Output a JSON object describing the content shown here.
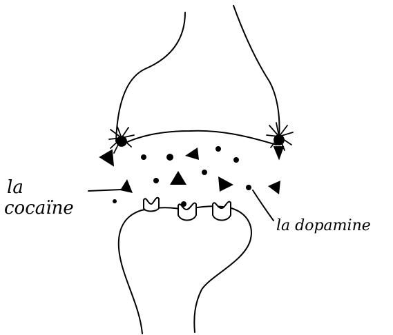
{
  "labels": {
    "cocaine_line1": "la",
    "cocaine_line2": "cocaïne",
    "dopamine": "la dopamine"
  },
  "colors": {
    "ink": "#000000",
    "paper": "#ffffff"
  }
}
